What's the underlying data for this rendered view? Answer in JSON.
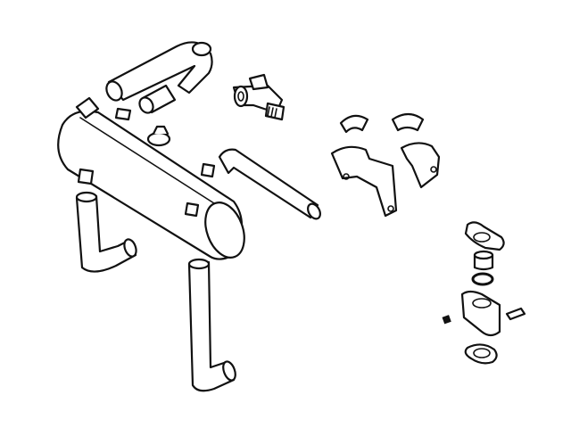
{
  "diagram": {
    "style": "black line-art exploded parts drawing",
    "colors": {
      "line": "#111111",
      "background": "#ffffff"
    },
    "parts": [
      "muffler",
      "upper-elbow-hose",
      "short-hose",
      "tee-fitting",
      "side-pipe",
      "left-elbow-pipe",
      "lower-elbow-pipe",
      "clamp-brackets",
      "thermostat-assembly"
    ]
  }
}
